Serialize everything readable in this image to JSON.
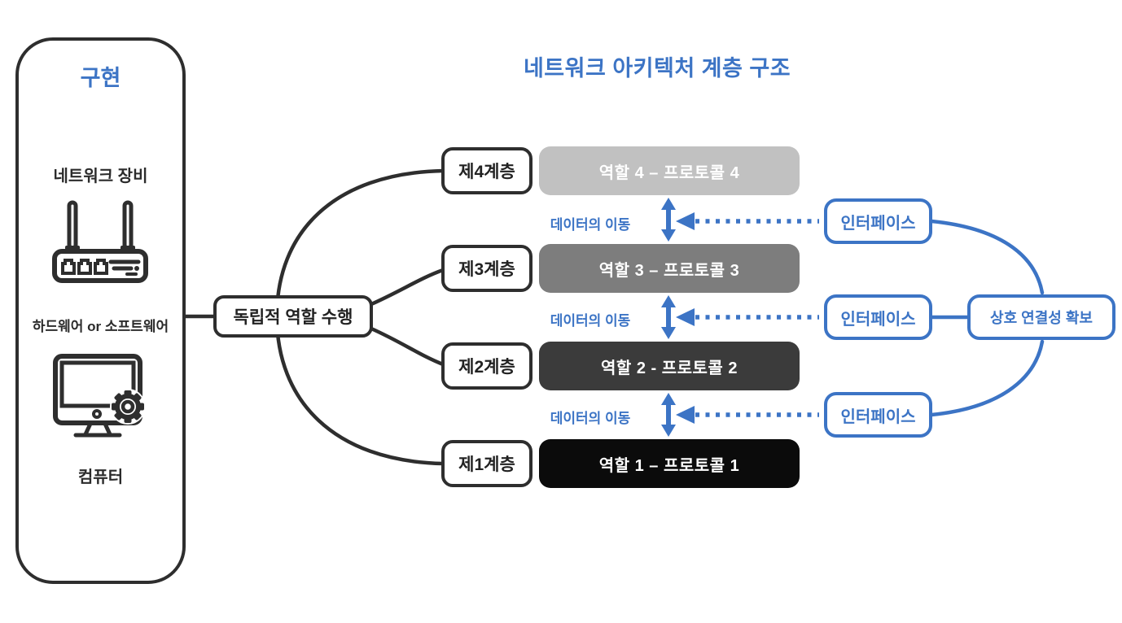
{
  "colors": {
    "accent": "#3c74c5",
    "line_dark": "#2e2e2e",
    "text_dark": "#2b2b2b"
  },
  "title": "네트워크 아키텍처 계층 구조",
  "implementation_panel": {
    "title": "구현",
    "network_device_label": "네트워크 장비",
    "router_icon": "router-icon",
    "hardware_label": "하드웨어 or 소프트웨어",
    "computer_icon": "computer-gear-icon",
    "computer_label": "컴퓨터"
  },
  "independent_role_box": {
    "label": "독립적 역할 수행"
  },
  "layers": [
    {
      "tier_label": "제4계층",
      "role_label": "역할 4 – 프로토콜 4",
      "color": "#c1c1c1"
    },
    {
      "tier_label": "제3계층",
      "role_label": "역할 3 – 프로토콜 3",
      "color": "#7d7d7d"
    },
    {
      "tier_label": "제2계층",
      "role_label": "역할 2 -  프로토콜 2",
      "color": "#3b3b3b"
    },
    {
      "tier_label": "제1계층",
      "role_label": "역할 1 – 프로토콜 1",
      "color": "#0b0b0b"
    }
  ],
  "data_flow_labels": [
    {
      "label": "데이터의 이동"
    },
    {
      "label": "데이터의 이동"
    },
    {
      "label": "데이터의 이동"
    }
  ],
  "interface_boxes": [
    {
      "label": "인터페이스"
    },
    {
      "label": "인터페이스"
    },
    {
      "label": "인터페이스"
    }
  ],
  "interconnect_box": {
    "label": "상호 연결성 확보"
  }
}
